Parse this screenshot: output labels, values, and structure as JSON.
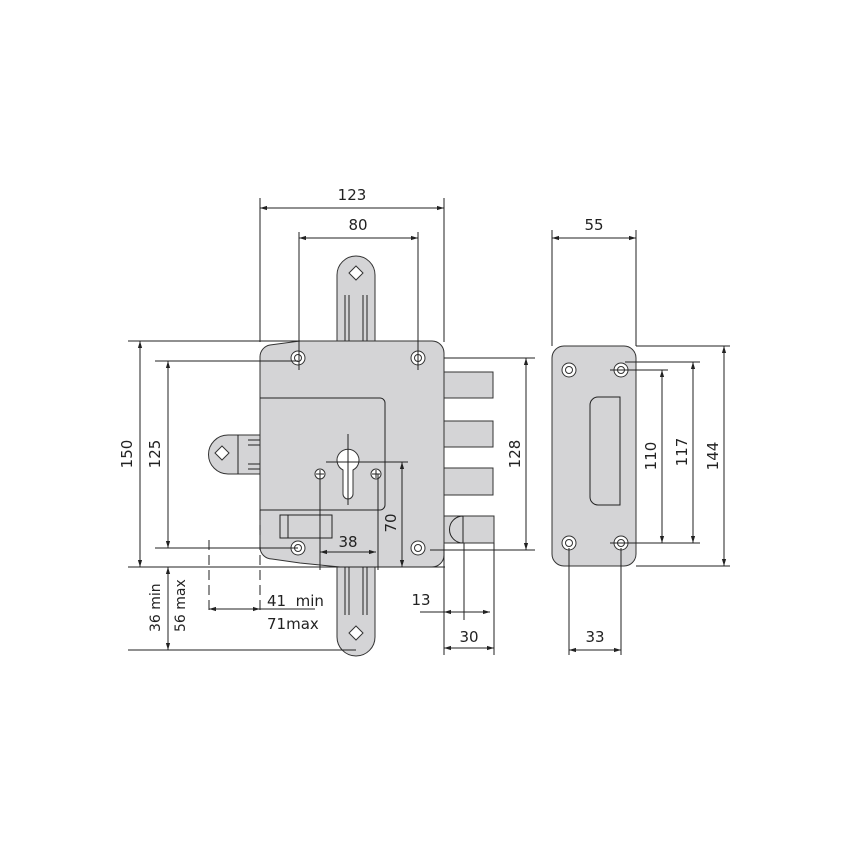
{
  "dimensions": {
    "width_123": "123",
    "holes_80": "80",
    "depth_55": "55",
    "height_150": "150",
    "holes_125": "125",
    "bolts_128": "128",
    "side_110": "110",
    "side_117": "117",
    "side_144": "144",
    "cyl_70": "70",
    "cyl_38": "38",
    "backset_36": "36 min",
    "backset_56": "56 max",
    "throw_41": "41  min",
    "throw_71": "71max",
    "latch_13": "13",
    "latch_30": "30",
    "side_33": "33"
  },
  "colors": {
    "body": "#d4d4d6",
    "line": "#222222"
  }
}
